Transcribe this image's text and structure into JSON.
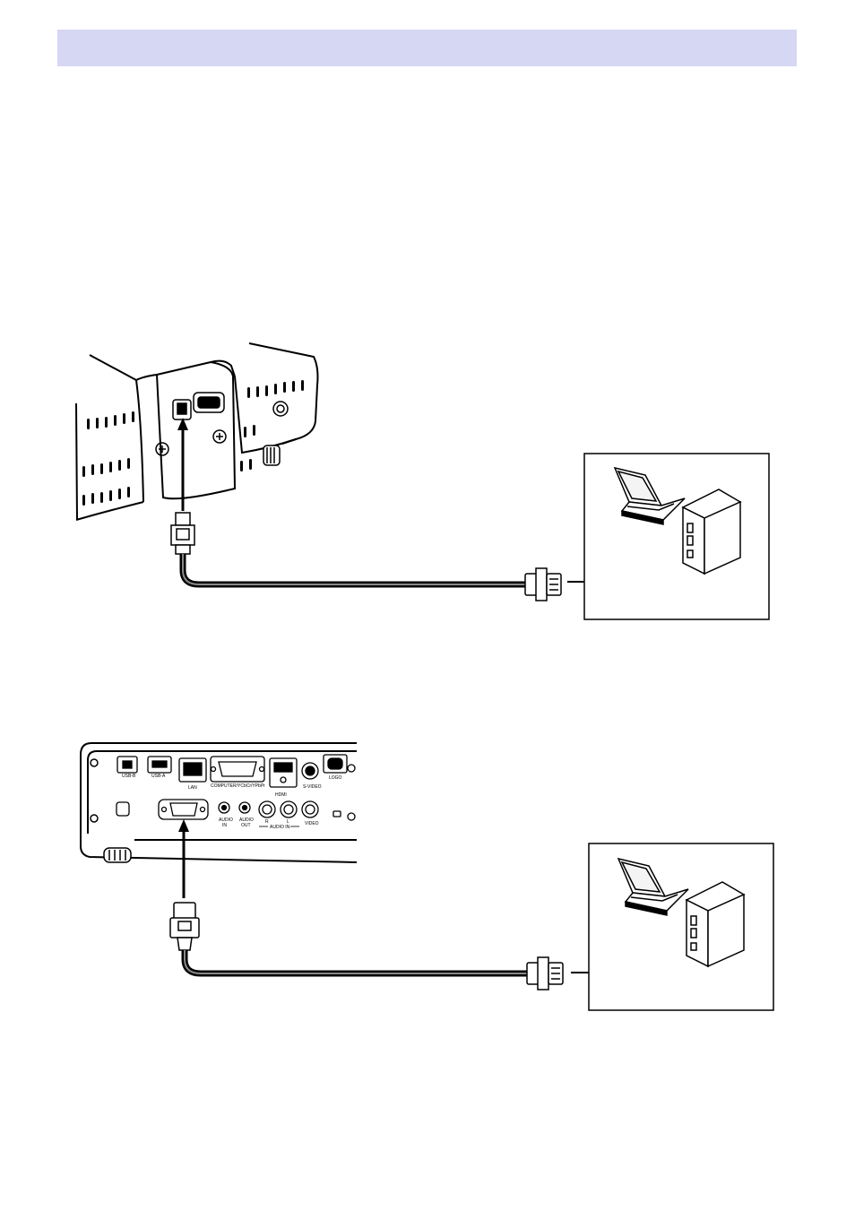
{
  "page": {
    "header_band_color": "#d5d7f3"
  },
  "top_diagram": {
    "projector_view": "side-panel",
    "connector_from": "projector-port",
    "connector_to": "computer-db9",
    "target_devices": [
      "laptop-icon",
      "desktop-tower-icon"
    ]
  },
  "bottom_diagram": {
    "projector_view": "rear-panel",
    "port_labels": {
      "usb_b": "USB-B",
      "usb_a": "USB-A",
      "lan": "LAN",
      "computer": "COMPUTER/YCbCr/YPbPr",
      "hdmi": "HDMI",
      "svideo": "S-VIDEO",
      "logo": "LOGO",
      "audio_in": "AUDIO",
      "audio_in_sub": "IN",
      "audio_out": "AUDIO",
      "audio_out_sub": "OUT",
      "audio_r": "R",
      "audio_l": "L",
      "audio_in_group": "AUDIO IN",
      "video": "VIDEO"
    },
    "target_devices": [
      "laptop-icon",
      "desktop-tower-icon"
    ]
  }
}
